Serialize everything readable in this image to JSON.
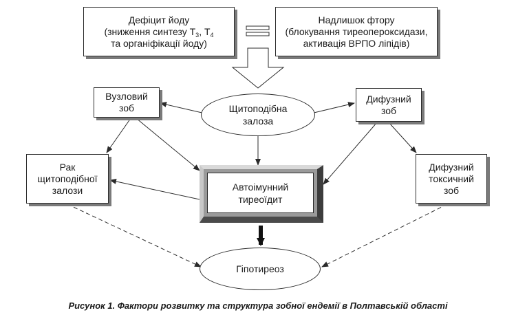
{
  "boxes": {
    "iodine_deficit": {
      "line1": "Дефіцит йоду",
      "line2_pre": "(зниження синтезу Т",
      "sub1": "3",
      "line2_mid": ", Т",
      "sub2": "4",
      "line3": "та органіфікації йоду)"
    },
    "fluorine_excess": {
      "line1": "Надлишок фтору",
      "line2": "(блокування тиреопероксидази,",
      "line3": "активація ВРПО ліпідів)"
    },
    "nodular_goiter": {
      "line1": "Вузловий",
      "line2": "зоб"
    },
    "diffuse_goiter": {
      "line1": "Дифузний",
      "line2": "зоб"
    },
    "thyroid_cancer": {
      "line1": "Рак",
      "line2": "щитоподібної",
      "line3": "залози"
    },
    "toxic_goiter": {
      "line1": "Дифузний",
      "line2": "токсичний",
      "line3": "зоб"
    },
    "autoimmune": {
      "line1": "Автоімунний",
      "line2": "тиреоїдит"
    }
  },
  "ellipses": {
    "thyroid": {
      "line1": "Щитоподібна",
      "line2": "залоза"
    },
    "hypothyroid": {
      "line1": "Гіпотиреоз"
    }
  },
  "caption": "Рисунок 1. Фактори розвитку та структура зобної ендемії в Полтавській області"
}
